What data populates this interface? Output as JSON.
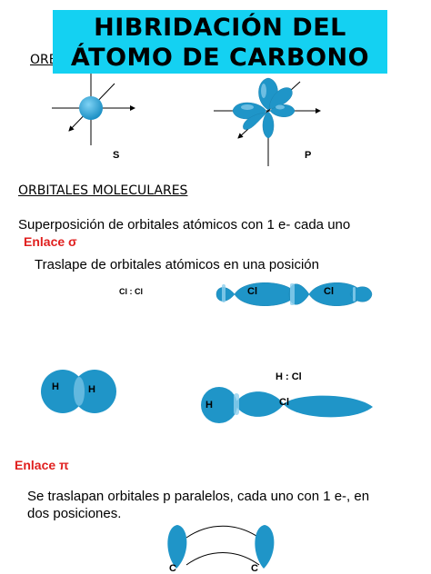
{
  "title": {
    "line1": "HIBRIDACIÓN DEL",
    "line2": "ÁTOMO DE CARBONO"
  },
  "atomic_orbitals": {
    "label": "ORBITALES ATÓMICOS",
    "s_label": "S",
    "p_label": "P"
  },
  "molecular": {
    "heading": "ORBITALES MOLECULARES",
    "superposition": "Superposición de orbitales atómicos con 1 e- cada uno",
    "sigma_heading": "Enlace σ",
    "sigma_text": "Traslape de orbitales atómicos en una posición",
    "clcl_formula": "Cl : Cl",
    "cl_atom": "Cl",
    "h_atom": "H",
    "hcl_formula": "H : Cl",
    "pi_heading": "Enlace π",
    "pi_text_line1": "Se traslapan orbitales p paralelos, cada uno con 1 e-, en",
    "pi_text_line2": "dos posiciones.",
    "c_atom": "C"
  },
  "colors": {
    "title_bg": "#14d1f2",
    "orbital": "#1f95c8",
    "orbital_highlight": "#8fd0ee",
    "heading_red": "#e0201f"
  }
}
